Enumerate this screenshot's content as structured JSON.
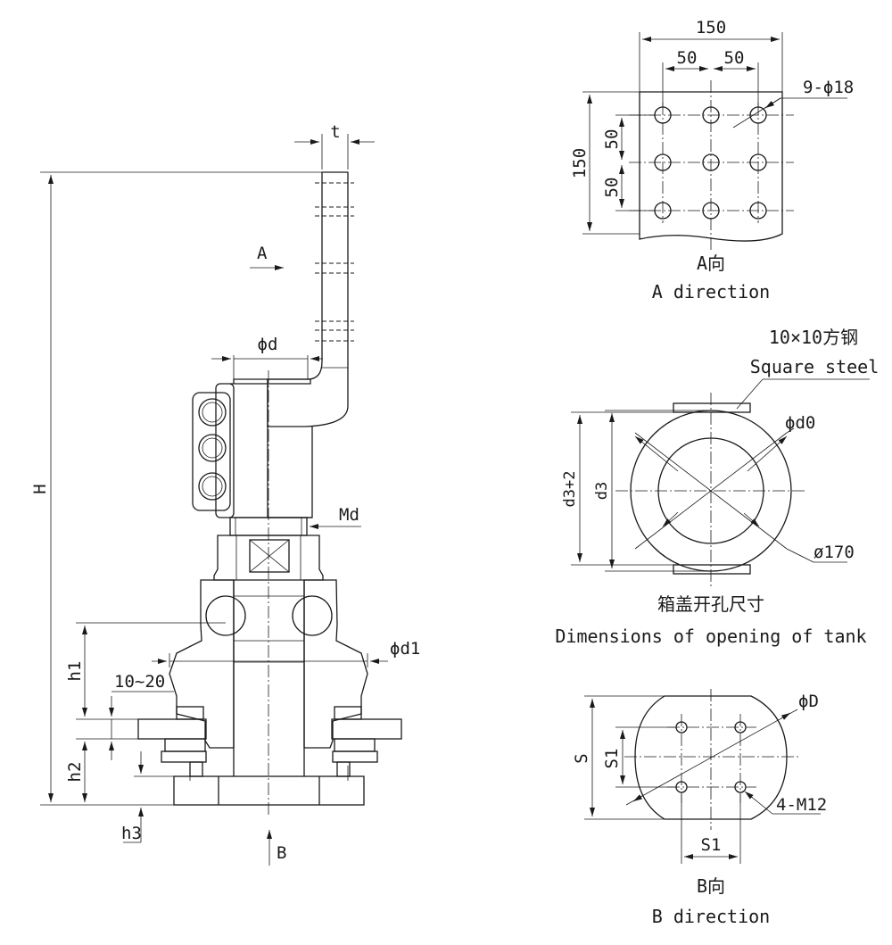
{
  "main_view": {
    "dim_H": "H",
    "dim_t": "t",
    "dim_phi_d": "ϕd",
    "dim_Md": "Md",
    "dim_phi_d1": "ϕd1",
    "dim_h1": "h1",
    "dim_h2": "h2",
    "dim_h3": "h3",
    "dim_range": "10~20",
    "arrow_A": "A",
    "arrow_B": "B"
  },
  "view_a": {
    "dim_top": "150",
    "dim_left_pitch": "50",
    "dim_right_pitch": "50",
    "dim_height": "150",
    "dim_vpitch_1": "50",
    "dim_vpitch_2": "50",
    "holes_label": "9-ϕ18",
    "caption_cn": "A向",
    "caption_en": "A direction"
  },
  "tank_view": {
    "steel_cn": "10×10方钢",
    "steel_en": "Square steel",
    "dim_phi_d0": "ϕd0",
    "dim_d3_plus": "d3+2",
    "dim_d3": "d3",
    "dim_170": "ø170",
    "caption_cn": "箱盖开孔尺寸",
    "caption_en": "Dimensions of opening of tank"
  },
  "view_b": {
    "dim_phi_D": "ϕD",
    "dim_S": "S",
    "dim_S1_v": "S1",
    "dim_S1_h": "S1",
    "holes_label": "4-M12",
    "caption_cn": "B向",
    "caption_en": "B direction"
  }
}
